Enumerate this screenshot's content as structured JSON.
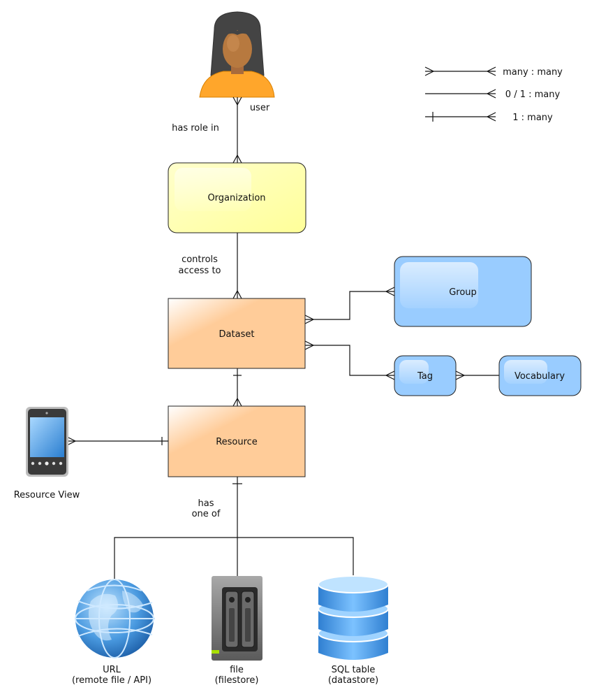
{
  "legend": {
    "many_many": "many : many",
    "zero_one_many": "0 / 1 : many",
    "one_many": "1 : many"
  },
  "entities": {
    "organization": "Organization",
    "dataset": "Dataset",
    "resource": "Resource",
    "group": "Group",
    "tag": "Tag",
    "vocabulary": "Vocabulary"
  },
  "actors": {
    "user": "user",
    "resource_view": "Resource View"
  },
  "relations": {
    "has_role_in": "has role in",
    "controls_access_to": [
      "controls",
      "access to"
    ],
    "has_one_of": [
      "has",
      "one of"
    ]
  },
  "storage": {
    "url": [
      "URL",
      "(remote file / API)"
    ],
    "file": [
      "file",
      "(filestore)"
    ],
    "sql": [
      "SQL table",
      "(datastore)"
    ]
  },
  "icons": {
    "user": "user-avatar-icon",
    "resource_view": "mobile-device-icon",
    "url": "globe-icon",
    "file": "server-icon",
    "sql": "database-icon"
  },
  "colors": {
    "organization_fill": "#ffff99",
    "dataset_fill": "#ffcc99",
    "group_fill": "#99ccff",
    "line": "#111111"
  }
}
